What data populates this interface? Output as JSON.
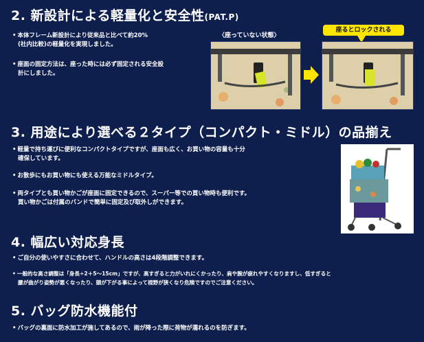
{
  "s2": {
    "heading": "2. 新設計による軽量化と安全性",
    "heading_sub": "(PAT.P)",
    "p1": [
      "本体フレーム新設計により従来品と比べて約20%",
      "(社内比較)の軽量化を実現しました。"
    ],
    "p2": [
      "座面の固定方法は、座った時には必ず固定される安全設",
      "計にしました。"
    ],
    "caption_before": "〈座っていない状態〉",
    "caption_after": "座るとロックされる"
  },
  "s3": {
    "heading": "3. 用途により選べる２タイプ（コンパクト・ミドル）の品揃え",
    "p1": [
      "軽量で持ち運びに便利なコンパクトタイプですが、座面も広く、お買い物の容量も十分",
      "確保しています。"
    ],
    "p2": [
      "お散歩にもお買い物にも使える万能なミドルタイプ。"
    ],
    "p3": [
      "両タイプとも買い物かごが座面に固定できるので、スーパー等での買い物時も便利です。",
      "買い物かごは付属のバンドで簡単に固定及び取外しができます。"
    ]
  },
  "s4": {
    "heading": "4. 幅広い対応身長",
    "p1": [
      "ご自分の使いやすさに合わせて、ハンドルの高さは4段階調整できます。"
    ],
    "p2": [
      "一般的な高さ調整は「身長÷2＋5～15cm」ですが、高すぎると力がいれにくかったり、肩や腕が疲れやすくなりますし、低すぎると",
      "腰が曲がり姿勢が悪くなったり、頭が下がる事によって視野が狭くなり危険ですのでご注意ください。"
    ]
  },
  "s5": {
    "heading": "5. バッグ防水機能付",
    "p1": [
      "バッグの裏面に防水加工が施してあるので、雨が降った際に荷物が濡れるのを防ぎます。"
    ]
  },
  "colors": {
    "background": "#0f1f4d",
    "accent": "#ffe600",
    "text": "#ffffff"
  }
}
